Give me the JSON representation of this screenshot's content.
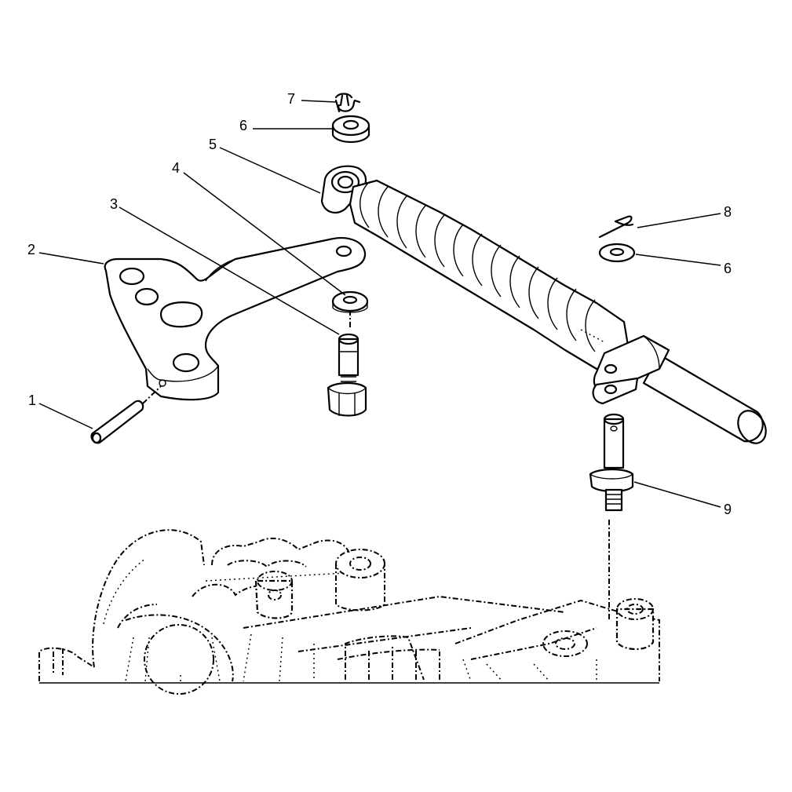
{
  "diagram": {
    "callouts": [
      {
        "id": "c1",
        "text": "1"
      },
      {
        "id": "c2",
        "text": "2"
      },
      {
        "id": "c3",
        "text": "3"
      },
      {
        "id": "c4",
        "text": "4"
      },
      {
        "id": "c5",
        "text": "5"
      },
      {
        "id": "c6a",
        "text": "6"
      },
      {
        "id": "c7",
        "text": "7"
      },
      {
        "id": "c8",
        "text": "8"
      },
      {
        "id": "c6b",
        "text": "6"
      },
      {
        "id": "c9",
        "text": "9"
      }
    ]
  }
}
